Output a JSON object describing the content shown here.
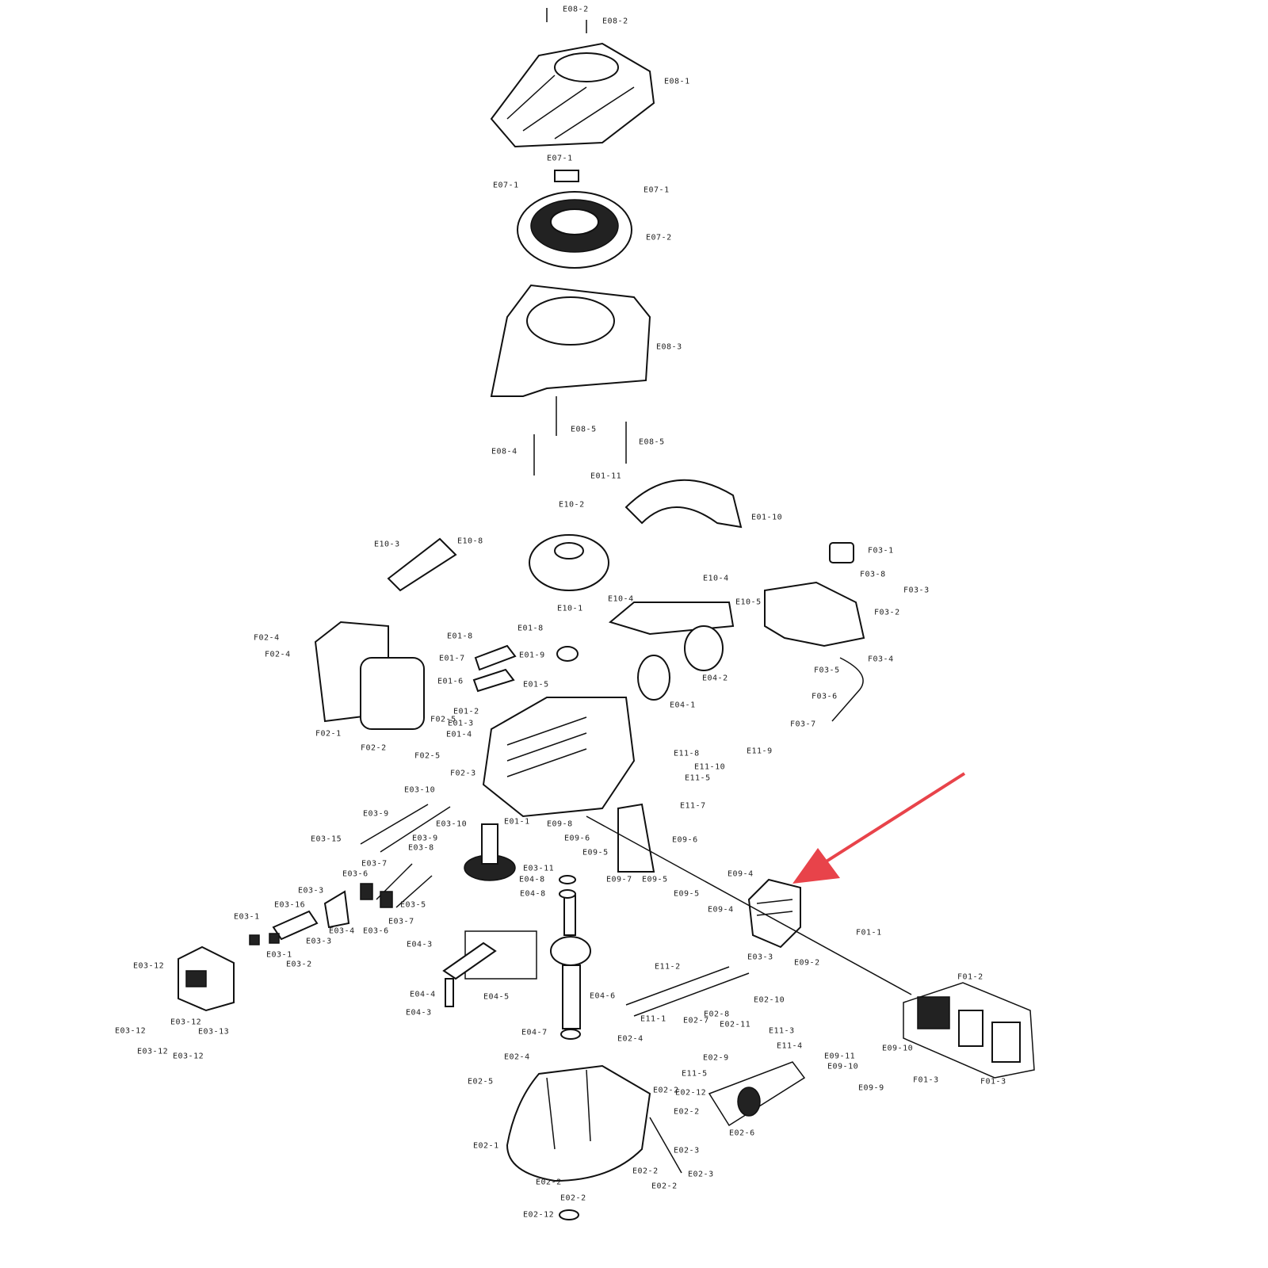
{
  "diagram": {
    "type": "exploded-parts-diagram",
    "arrow_color": "#e8434a",
    "labels": [
      "E08-2",
      "E08-2",
      "E08-1",
      "E07-1",
      "E07-1",
      "E07-1",
      "E07-2",
      "E08-3",
      "E08-5",
      "E08-4",
      "E08-5",
      "E01-11",
      "E01-10",
      "E10-2",
      "E10-3",
      "E10-8",
      "E10-1",
      "E10-4",
      "E10-4",
      "E10-5",
      "F03-1",
      "F03-8",
      "F03-3",
      "F03-2",
      "F03-4",
      "F03-5",
      "F03-6",
      "F03-7",
      "F02-4",
      "F02-4",
      "F02-1",
      "F02-2",
      "E01-8",
      "E01-8",
      "E01-7",
      "E01-9",
      "E01-6",
      "E01-5",
      "E01-2",
      "E01-3",
      "E01-4",
      "F02-5",
      "F02-5",
      "F02-3",
      "E04-1",
      "E04-2",
      "E01-1",
      "E09-8",
      "E09-6",
      "E09-5",
      "E09-7",
      "E09-5",
      "E09-6",
      "E09-5",
      "E09-4",
      "E09-4",
      "E11-8",
      "E11-10",
      "E11-5",
      "E11-9",
      "E11-7",
      "E03-10",
      "E03-10",
      "E03-9",
      "E03-9",
      "E03-15",
      "E03-8",
      "E03-7",
      "E03-6",
      "E03-5",
      "E03-7",
      "E03-6",
      "E03-4",
      "E03-3",
      "E03-16",
      "E03-1",
      "E03-3",
      "E03-1",
      "E03-2",
      "E03-11",
      "E04-8",
      "E04-8",
      "E04-3",
      "E04-5",
      "E04-4",
      "E04-3",
      "E04-6",
      "E04-7",
      "E03-12",
      "E03-12",
      "E03-12",
      "E03-13",
      "E03-12",
      "E03-12",
      "E11-2",
      "E11-1",
      "E02-7",
      "E02-10",
      "E02-8",
      "E02-11",
      "E11-3",
      "E11-4",
      "E02-9",
      "E11-5",
      "E02-12",
      "E02-2",
      "E02-2",
      "E02-6",
      "E02-4",
      "E02-4",
      "E02-5",
      "E02-1",
      "E02-3",
      "E02-3",
      "E02-2",
      "E02-2",
      "E02-2",
      "E02-2",
      "E02-12",
      "E03-3",
      "E09-2",
      "F01-1",
      "F01-2",
      "E09-11",
      "E09-10",
      "E09-10",
      "E09-9",
      "F01-3",
      "F01-3"
    ]
  }
}
